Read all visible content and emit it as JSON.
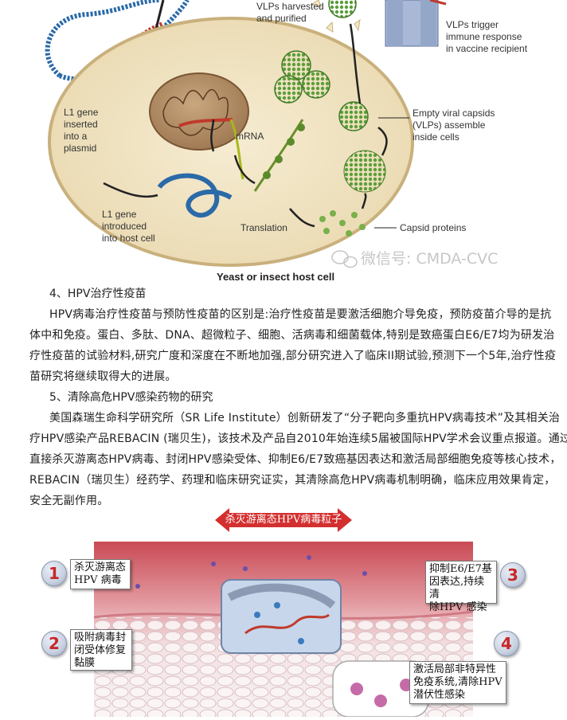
{
  "diagram": {
    "labels": {
      "vlps_harvested": [
        "VLPs harvested",
        "and purified"
      ],
      "vlps_trigger": [
        "VLPs trigger",
        "immune response",
        "in vaccine recipient"
      ],
      "l1_gene_inserted": [
        "L1 gene",
        "inserted",
        "into a",
        "plasmid"
      ],
      "mrna": "mRNA",
      "empty_capsids": [
        "Empty viral capsids",
        "(VLPs) assemble",
        "inside cells"
      ],
      "l1_gene_introduced": [
        "L1 gene",
        "introduced",
        "into host cell"
      ],
      "translation": "Translation",
      "capsid_proteins": "Capsid proteins",
      "host_cell_caption": "Yeast or insect host cell"
    },
    "watermark": "微信号: CMDA-CVC"
  },
  "article": {
    "section4_title": "4、HPV治疗性疫苗",
    "section4_lines": [
      "HPV病毒治疗性疫苗与预防性疫苗的区别是:治疗性疫苗是要激活细胞介导免疫，预防疫苗介导的是抗",
      "体中和免疫。蛋白、多肽、DNA、超微粒子、细胞、活病毒和细菌载体,特别是致癌蛋白E6/E7均为研发治",
      "疗性疫苗的试验材料,研究广度和深度在不断地加强,部分研究进入了临床II期试验,预测下一个5年,治疗性疫",
      "苗研究将继续取得大的进展。"
    ],
    "section5_title": "5、清除高危HPV感染药物的研究",
    "section5_lines": [
      "美国森瑞生命科学研究所（SR Life Institute）创新研发了“分子靶向多重抗HPV病毒技术”及其相关治",
      "疗HPV感染产品REBACIN (瑞贝生)，该技术及产品自2010年始连续5届被国际HPV学术会议重点报道。通过",
      "直接杀灭游离态HPV病毒、封闭HPV感染受体、抑制E6/E7致癌基因表达和激活局部细胞免疫等核心技术，",
      "REBACIN（瑞贝生）经药学、药理和临床研究证实，其清除高危HPV病毒机制明确，临床应用效果肯定，",
      "安全无副作用。"
    ]
  },
  "mechanism": {
    "banner": "杀灭游离态HPV病毒粒子",
    "steps": [
      {
        "num": "1",
        "lines": [
          "杀灭游离态",
          "HPV 病毒"
        ]
      },
      {
        "num": "2",
        "lines": [
          "吸附病毒封",
          "闭受体修复",
          "黏膜"
        ]
      },
      {
        "num": "3",
        "lines": [
          "抑制E6/E7基",
          "因表达,持续清",
          "除HPV 感染"
        ]
      },
      {
        "num": "4",
        "lines": [
          "激活局部非特异性",
          "免疫系统,清除HPV",
          "潜伏性感染"
        ]
      }
    ],
    "colors": {
      "banner": "#d32f2f",
      "number": "#c62828",
      "tissue": "#e8a1a6"
    }
  }
}
